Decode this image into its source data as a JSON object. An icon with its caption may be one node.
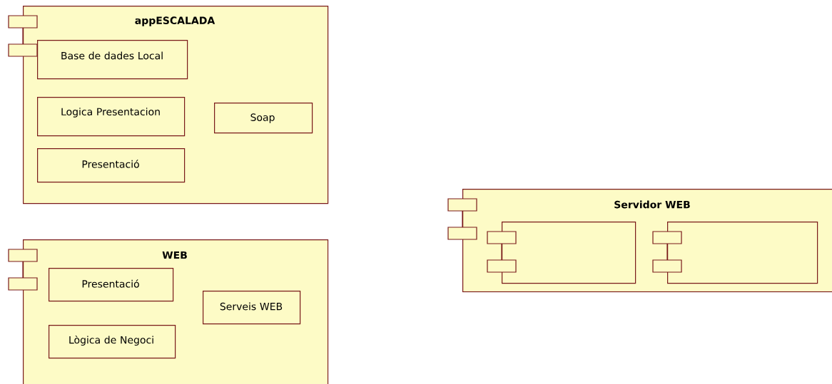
{
  "diagram": {
    "nodes": [
      {
        "text": [
          "appESCALADA"
        ]
      },
      {
        "text": [
          "Base de dades Local"
        ],
        "in": 0
      },
      {
        "text": [
          "Logica Presentacion"
        ],
        "in": 0
      },
      {
        "text": [
          "Soap"
        ],
        "in": 0
      },
      {
        "text": [
          "Presentació"
        ],
        "in": 0
      },
      {
        "text": [
          "WEB"
        ]
      },
      {
        "text": [
          "Presentació"
        ],
        "in": 5
      },
      {
        "text": [
          "Serveis WEB"
        ],
        "in": 5
      },
      {
        "text": [
          "Lògica de Negoci"
        ],
        "in": 5
      },
      {
        "text": [
          "Servidor WEB"
        ]
      },
      {
        "text": [],
        "shape": "box",
        "in": 9
      },
      {
        "text": [],
        "shape": "box",
        "in": 9
      }
    ]
  }
}
